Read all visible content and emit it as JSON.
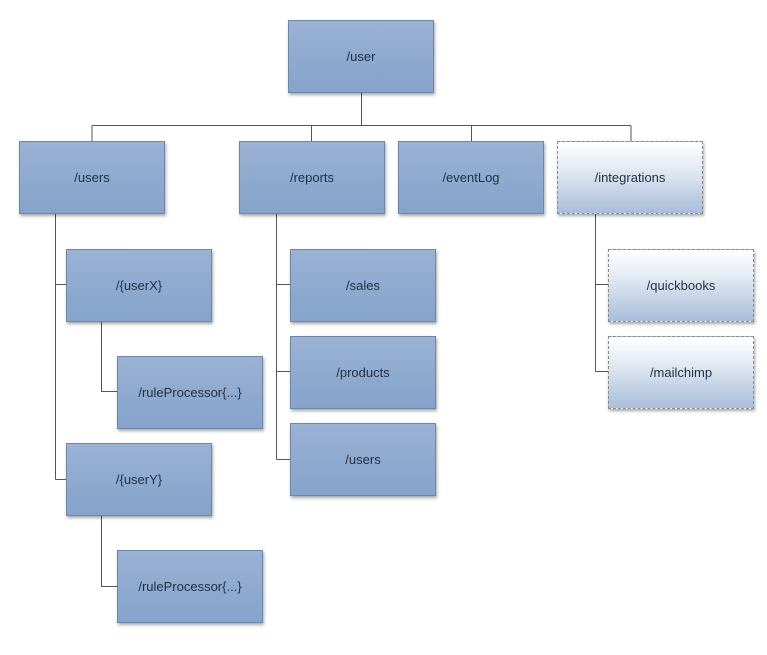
{
  "diagram": {
    "type": "tree",
    "colors": {
      "node_fill": "#8aa6cd",
      "node_border": "#6f86a8",
      "connector": "#555555",
      "optional_fill_top": "#ffffff",
      "optional_fill_bottom": "#a9bedb"
    },
    "nodes": [
      {
        "id": "user",
        "label": "/user",
        "style": "solid"
      },
      {
        "id": "users",
        "label": "/users",
        "style": "solid",
        "parent": "user"
      },
      {
        "id": "reports",
        "label": "/reports",
        "style": "solid",
        "parent": "user"
      },
      {
        "id": "eventLog",
        "label": "/eventLog",
        "style": "solid",
        "parent": "user"
      },
      {
        "id": "integrations",
        "label": "/integrations",
        "style": "optional",
        "parent": "user"
      },
      {
        "id": "userX",
        "label": "/{userX}",
        "style": "solid",
        "parent": "users"
      },
      {
        "id": "ruleProcessorX",
        "label": "/ruleProcessor{...}",
        "style": "solid",
        "parent": "userX"
      },
      {
        "id": "userY",
        "label": "/{userY}",
        "style": "solid",
        "parent": "users"
      },
      {
        "id": "ruleProcessorY",
        "label": "/ruleProcessor{...}",
        "style": "solid",
        "parent": "userY"
      },
      {
        "id": "sales",
        "label": "/sales",
        "style": "solid",
        "parent": "reports"
      },
      {
        "id": "products",
        "label": "/products",
        "style": "solid",
        "parent": "reports"
      },
      {
        "id": "reportUsers",
        "label": "/users",
        "style": "solid",
        "parent": "reports"
      },
      {
        "id": "quickbooks",
        "label": "/quickbooks",
        "style": "optional",
        "parent": "integrations"
      },
      {
        "id": "mailchimp",
        "label": "/mailchimp",
        "style": "optional",
        "parent": "integrations"
      }
    ]
  }
}
